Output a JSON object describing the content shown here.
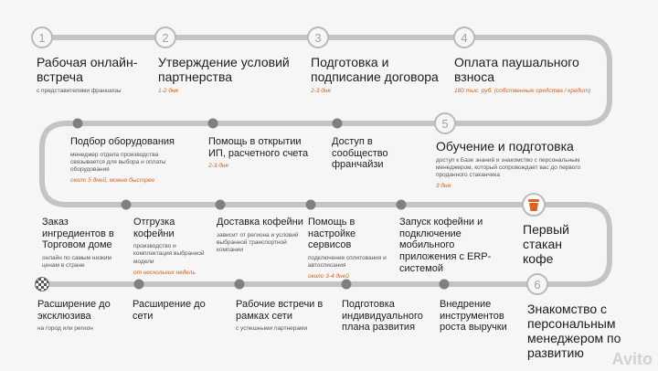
{
  "stages": [
    {
      "num": "1",
      "title": "Рабочая онлайн-встреча",
      "desc": "с представителями франшизы",
      "time": ""
    },
    {
      "num": "2",
      "title": "Утверждение условий партнерства",
      "desc": "",
      "time": "1-2 дня"
    },
    {
      "num": "3",
      "title": "Подготовка и подписание договора",
      "desc": "",
      "time": "2-3 дня"
    },
    {
      "num": "4",
      "title": "Оплата паушального взноса",
      "desc": "",
      "time": "180 тыс. руб. (собственные средства / кредит)"
    },
    {
      "num": "5",
      "title": "Обучение и подготовка",
      "desc": "доступ к Базе знаний и знакомство с персональным менеджером, который сопровождает вас до первого проданного стаканчика",
      "time": "3 дня"
    },
    {
      "num": "6",
      "title": "Знакомство с персональным менеджером по развитию",
      "desc": "",
      "time": ""
    }
  ],
  "steps": {
    "access": {
      "title": "Доступ в сообщество франчайзи",
      "desc": "",
      "time": ""
    },
    "ip": {
      "title": "Помощь в открытии ИП, расчетного счета",
      "desc": "",
      "time": "2-3 дня"
    },
    "equip": {
      "title": "Подбор оборудования",
      "desc": "менеджер отдела производства связывается для выбора и оплаты оборудования",
      "time": "около 5 дней, можно быстрее"
    },
    "ingredients": {
      "title": "Заказ ингредиентов в Торговом доме",
      "desc": "онлайн по самым низким ценам в стране",
      "time": ""
    },
    "shipment": {
      "title": "Отгрузка кофейни",
      "desc": "производство и комплектация выбранной модели",
      "time": "от нескольких недель"
    },
    "delivery": {
      "title": "Доставка кофейни",
      "desc": "зависит от региона и условий выбранной транспортной компании",
      "time": ""
    },
    "services": {
      "title": "Помощь в настройке сервисов",
      "desc": "подключение сплитования и автосписания",
      "time": "около 3-4 дней"
    },
    "launch": {
      "title": "Запуск кофейни и подключение мобильного приложения с ERP-системой",
      "desc": "",
      "time": ""
    },
    "first_cup": {
      "title": "Первый стакан кофе",
      "desc": "",
      "time": ""
    },
    "excl": {
      "title": "Расширение до эксклюзива",
      "desc": "на город или регион",
      "time": ""
    },
    "network": {
      "title": "Расширение до сети",
      "desc": "",
      "time": ""
    },
    "meetings": {
      "title": "Рабочие встречи в рамках сети",
      "desc": "с успешными партнерами",
      "time": ""
    },
    "plan": {
      "title": "Подготовка индивидуального плана развития",
      "desc": "",
      "time": ""
    },
    "tools": {
      "title": "Внедрение инструментов роста выручки",
      "desc": "",
      "time": ""
    }
  },
  "colors": {
    "track": "#c4c4c4",
    "accent": "#e0611e",
    "dot": "#808080",
    "background": "#f6f6f6"
  },
  "icons": {
    "first_cup": "coffee-cup-icon",
    "excl": "checkered-flag-icon"
  },
  "watermark": "Avito"
}
